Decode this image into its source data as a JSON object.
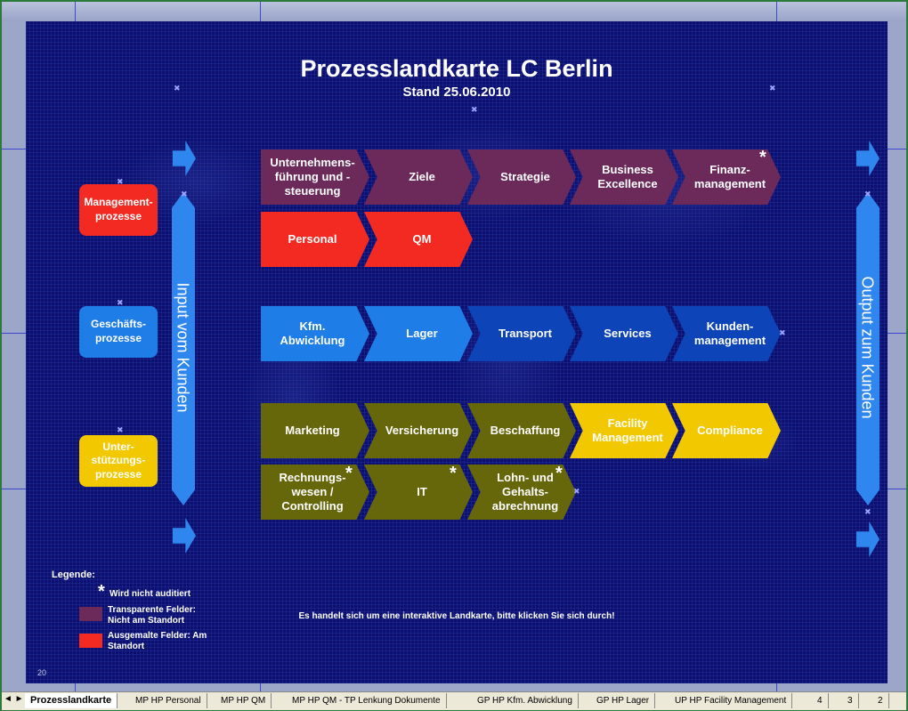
{
  "slide": {
    "title": "Prozesslandkarte LC Berlin",
    "subtitle": "Stand 25.06.2010",
    "slide_number": "20",
    "note": "Es handelt sich um eine interaktive Landkarte, bitte klicken Sie sich durch!"
  },
  "categories": {
    "management": "Management-prozesse",
    "business": "Geschäfts-prozesse",
    "support": "Unter-stützungs-prozesse"
  },
  "side": {
    "input": "Input vom Kunden",
    "output": "Output zum Kunden"
  },
  "processes": {
    "m1": "Unternehmens-führung und -steuerung",
    "m2": "Ziele",
    "m3": "Strategie",
    "m4": "Business Excellence",
    "m5": "Finanz-management",
    "m6": "Personal",
    "m7": "QM",
    "b1": "Kfm. Abwicklung",
    "b2": "Lager",
    "b3": "Transport",
    "b4": "Services",
    "b5": "Kunden-management",
    "s1": "Marketing",
    "s2": "Versicherung",
    "s3": "Beschaffung",
    "s4": "Facility Management",
    "s5": "Compliance",
    "s6": "Rechnungs-wesen / Controlling",
    "s7": "IT",
    "s8": "Lohn- und Gehalts-abrechnung"
  },
  "legend": {
    "title": "Legende:",
    "star_symbol": "*",
    "star_text": "Wird nicht auditiert",
    "transparent": "Transparente Felder: Nicht am Standort",
    "filled": "Ausgemalte Felder: Am Standort"
  },
  "colors": {
    "background": "#0c0f6e",
    "management_transparent": "#6b2a5a",
    "filled_red": "#f22a22",
    "business_light": "#1f7de8",
    "business_dark": "#0d44b8",
    "support_olive": "#66660a",
    "support_yellow": "#f2c800",
    "arrow_blue": "#2f86ee"
  },
  "tabs": {
    "items": [
      "Prozesslandkarte",
      "MP HP Personal",
      "MP HP QM",
      "MP HP QM - TP Lenkung Dokumente",
      "GP HP Kfm. Abwicklung",
      "GP HP Lager",
      "UP HP Facility Management",
      "4",
      "3",
      "2"
    ],
    "nav": "◄ ►"
  }
}
